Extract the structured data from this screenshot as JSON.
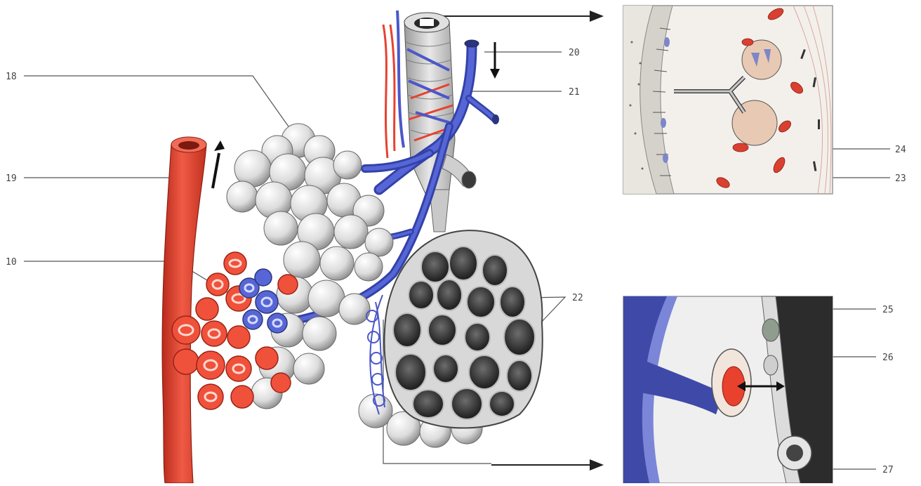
{
  "labels": {
    "l10": "10",
    "l18": "18",
    "l19": "19",
    "l20": "20",
    "l21": "21",
    "l22": "22",
    "l23": "23",
    "l24": "24",
    "l25": "25",
    "l26": "26",
    "l27": "27"
  },
  "colors": {
    "artery_red": "#e8412e",
    "vein_blue": "#4b58c8",
    "alveoli_gray": "#e6e6e6",
    "cut_alveoli_dark": "#3a3a3a",
    "inset_border": "#999999",
    "leader_line": "#555555"
  }
}
